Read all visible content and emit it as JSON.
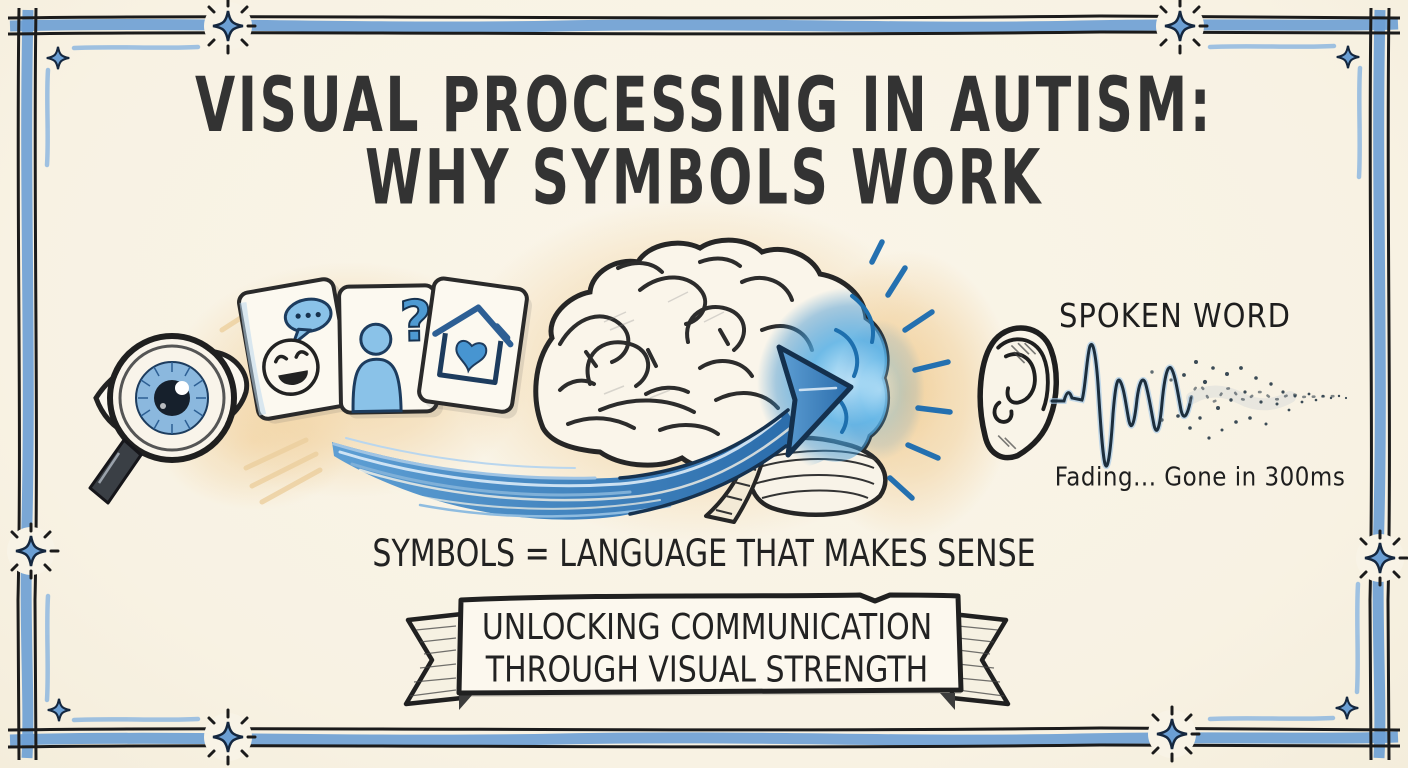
{
  "title": {
    "line1": "VISUAL PROCESSING IN AUTISM:",
    "line2": "WHY SYMBOLS WORK"
  },
  "hearing": {
    "label": "SPOKEN WORD",
    "fading_note": "Fading... Gone in 300ms"
  },
  "caption": "SYMBOLS = LANGUAGE THAT MAKES SENSE",
  "banner": {
    "line1": "UNLOCKING COMMUNICATION",
    "line2": "THROUGH VISUAL STRENGTH"
  },
  "icons": {
    "question_mark": "?"
  },
  "colors": {
    "background": "#f8f3e6",
    "border_blue": "#6b9fd4",
    "accent_blue": "#4a93cf",
    "light_blue": "#8ec4e8",
    "deep_blue": "#16324f",
    "ink": "#262626",
    "glow_orange": "#f3cd8c",
    "card_fill": "#fcf8ee"
  }
}
